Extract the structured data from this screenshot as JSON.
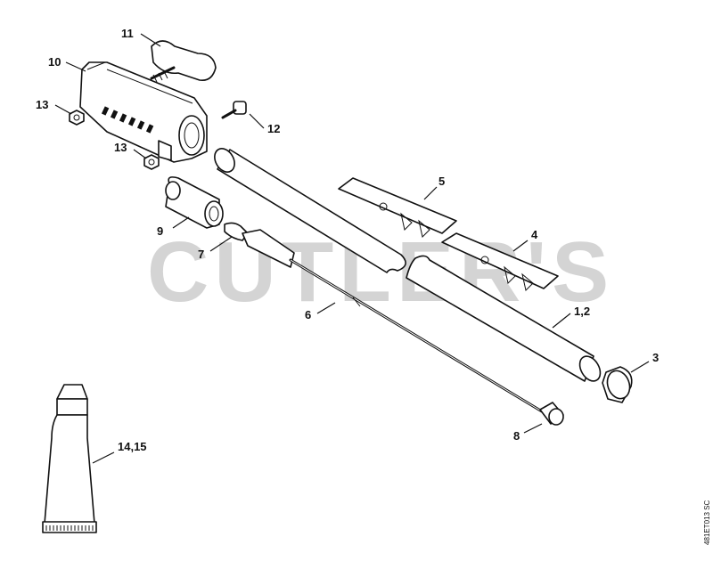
{
  "watermark": "CUTLER'S",
  "diagram_code": "481ET013 SC",
  "labels": {
    "p1": "1,2",
    "p3": "3",
    "p4": "4",
    "p5": "5",
    "p6": "6",
    "p7": "7",
    "p8": "8",
    "p9": "9",
    "p10": "10",
    "p11": "11",
    "p12": "12",
    "p13a": "13",
    "p13b": "13",
    "p14": "14,15"
  }
}
